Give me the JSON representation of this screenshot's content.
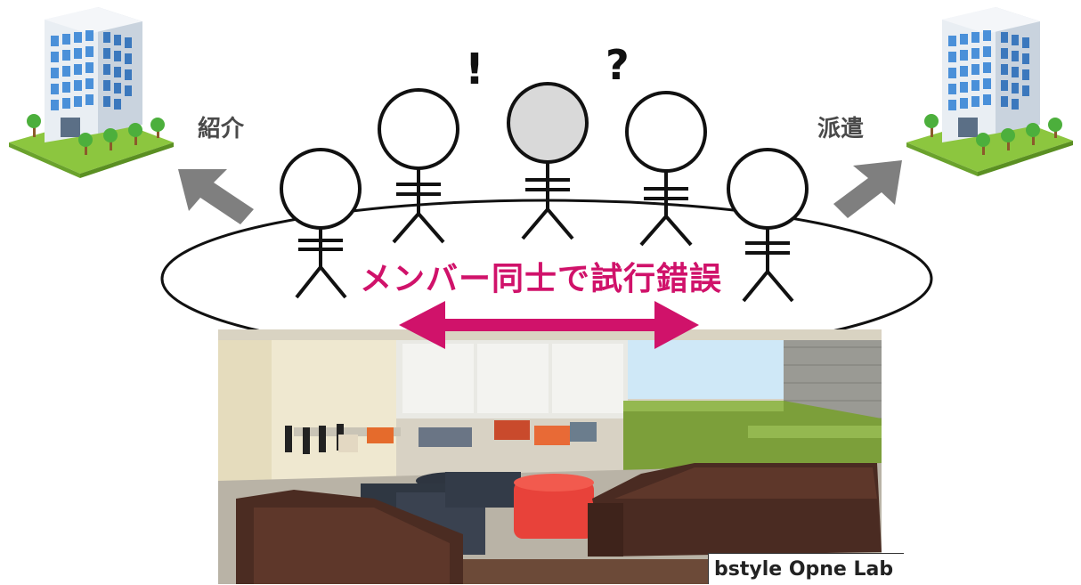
{
  "labels": {
    "left": "紹介",
    "right": "派遣",
    "center": "メンバー同士で試行錯誤",
    "exclamation": "!",
    "question": "?"
  },
  "photo": {
    "caption": "bstyle Opne Lab"
  },
  "colors": {
    "accent": "#d0126a",
    "arrow_gray": "#7f7f7f",
    "building": "#cfd8e2",
    "grass": "#7ac143"
  },
  "icons": {
    "building_left": "office-building-icon",
    "building_right": "office-building-icon",
    "person": "stick-figure-icon"
  }
}
